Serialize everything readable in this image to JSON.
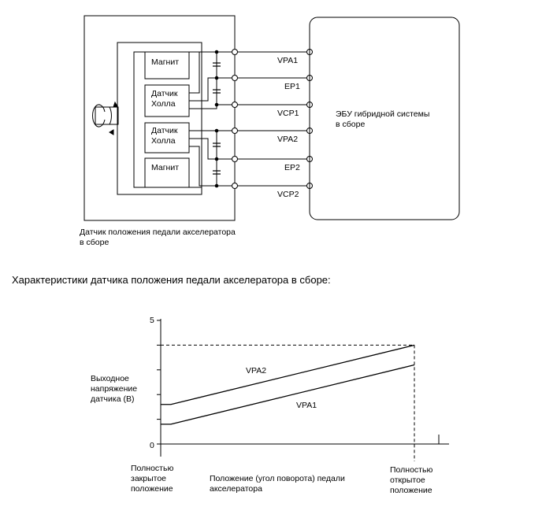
{
  "sensor_box": {
    "magnet_top": "Магнит",
    "hall_top_line1": "Датчик",
    "hall_top_line2": "Холла",
    "hall_bottom_line1": "Датчик",
    "hall_bottom_line2": "Холла",
    "magnet_bottom": "Магнит",
    "caption_line1": "Датчик положения педали акселератора",
    "caption_line2": "в сборе"
  },
  "signals": [
    "VPA1",
    "EP1",
    "VCP1",
    "VPA2",
    "EP2",
    "VCP2"
  ],
  "ecu": {
    "line1": "ЭБУ гибридной системы",
    "line2": "в сборе"
  },
  "section_title": "Характеристики датчика положения педали акселератора в сборе:",
  "chart_data": {
    "type": "line",
    "y_tick_top": "5",
    "y_tick_zero": "0",
    "ylim": [
      0,
      5
    ],
    "ylabel_line1": "Выходное",
    "ylabel_line2": "напряжение",
    "ylabel_line3": "датчика (В)",
    "x_left_line1": "Полностью",
    "x_left_line2": "закрытое",
    "x_left_line3": "положение",
    "xlabel_line1": "Положение (угол поворота) педали",
    "xlabel_line2": "акселератора",
    "x_right_line1": "Полностью",
    "x_right_line2": "открытое",
    "x_right_line3": "положение",
    "series": [
      {
        "name": "VPA2",
        "points": [
          [
            0,
            1.6
          ],
          [
            0.04,
            1.6
          ],
          [
            1,
            4.0
          ]
        ]
      },
      {
        "name": "VPA1",
        "points": [
          [
            0,
            0.8
          ],
          [
            0.04,
            0.8
          ],
          [
            1,
            3.2
          ]
        ]
      }
    ],
    "reference_level": 4.0
  }
}
